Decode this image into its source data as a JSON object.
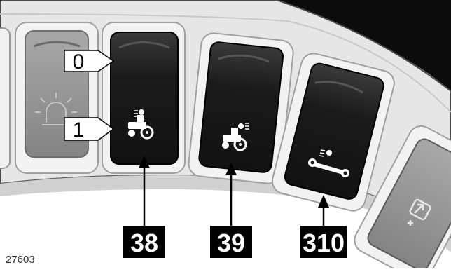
{
  "figure": {
    "figure_number": "27603"
  },
  "rocker_positions": {
    "off": "0",
    "on": "1"
  },
  "switches": [
    {
      "state": "greyed",
      "icon": "beacon-light-icon"
    },
    {
      "callout": "38",
      "icon": "tractor-front-work-lights-icon"
    },
    {
      "callout": "39",
      "icon": "tractor-rear-work-lights-icon"
    },
    {
      "callout": "310",
      "icon": "service-light-icon"
    },
    {
      "state": "greyed",
      "icon": "partial-switch-icon"
    }
  ],
  "colors": {
    "panel": "#e4e4e4",
    "active_switch": "#1b1b1b",
    "greyed_switch": "#8c8c8c",
    "callout_bg": "#000000",
    "callout_text": "#ffffff"
  }
}
